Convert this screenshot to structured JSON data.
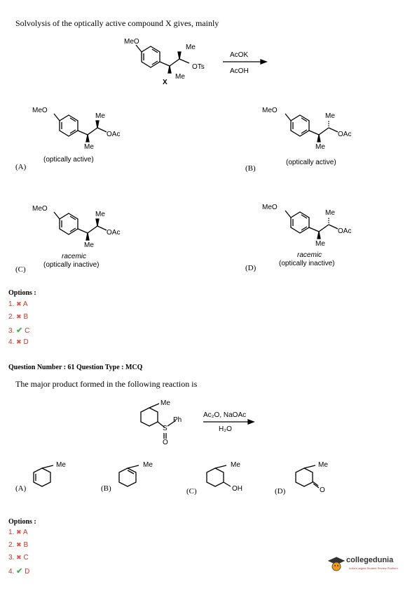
{
  "q60": {
    "question": "Solvolysis of the optically active compound X gives, mainly",
    "reactant": {
      "meo": "MeO",
      "me_top": "Me",
      "ots": "OTs",
      "me_bottom": "Me",
      "label": "X"
    },
    "reagents": {
      "top": "AcOK",
      "bottom": "AcOH"
    },
    "choices": [
      {
        "letter": "(A)",
        "meo": "MeO",
        "me_top": "Me",
        "oac": "OAc",
        "me_bottom": "Me",
        "note": "(optically active)",
        "racemic": ""
      },
      {
        "letter": "(B)",
        "meo": "MeO",
        "me_top": "Me",
        "oac": "OAc",
        "me_bottom": "Me",
        "note": "(optically active)",
        "racemic": ""
      },
      {
        "letter": "(C)",
        "meo": "MeO",
        "me_top": "Me",
        "oac": "OAc",
        "me_bottom": "Me",
        "note": "(optically inactive)",
        "racemic": "racemic"
      },
      {
        "letter": "(D)",
        "meo": "MeO",
        "me_top": "Me",
        "oac": "OAc",
        "me_bottom": "Me",
        "note": "(optically inactive)",
        "racemic": "racemic"
      }
    ],
    "options_heading": "Options :",
    "options": [
      {
        "num": "1.",
        "letter": "A",
        "status": "wrong"
      },
      {
        "num": "2.",
        "letter": "B",
        "status": "wrong"
      },
      {
        "num": "3.",
        "letter": "C",
        "status": "correct"
      },
      {
        "num": "4.",
        "letter": "D",
        "status": "wrong"
      }
    ]
  },
  "q61": {
    "header": "Question Number : 61 Question Type : MCQ",
    "question": "The major product formed in the following reaction is",
    "reactant": {
      "me": "Me",
      "ph": "Ph",
      "s": "S",
      "o": "O"
    },
    "reagents": {
      "top": "Ac₂O, NaOAc",
      "bottom": "H₂O"
    },
    "choices": [
      {
        "letter": "(A)",
        "me": "Me",
        "extra": ""
      },
      {
        "letter": "(B)",
        "me": "Me",
        "extra": ""
      },
      {
        "letter": "(C)",
        "me": "Me",
        "extra": "OH"
      },
      {
        "letter": "(D)",
        "me": "Me",
        "extra": "O"
      }
    ],
    "options_heading": "Options :",
    "options": [
      {
        "num": "1.",
        "letter": "A",
        "status": "wrong"
      },
      {
        "num": "2.",
        "letter": "B",
        "status": "wrong"
      },
      {
        "num": "3.",
        "letter": "C",
        "status": "wrong"
      },
      {
        "num": "4.",
        "letter": "D",
        "status": "correct"
      }
    ]
  },
  "brand": {
    "name": "collegedunia",
    "tagline": "India's largest Student Review Platform"
  },
  "colors": {
    "wrong_mark": "#d9534f",
    "correct_mark": "#4cae4c",
    "option_number": "#c0392b"
  }
}
